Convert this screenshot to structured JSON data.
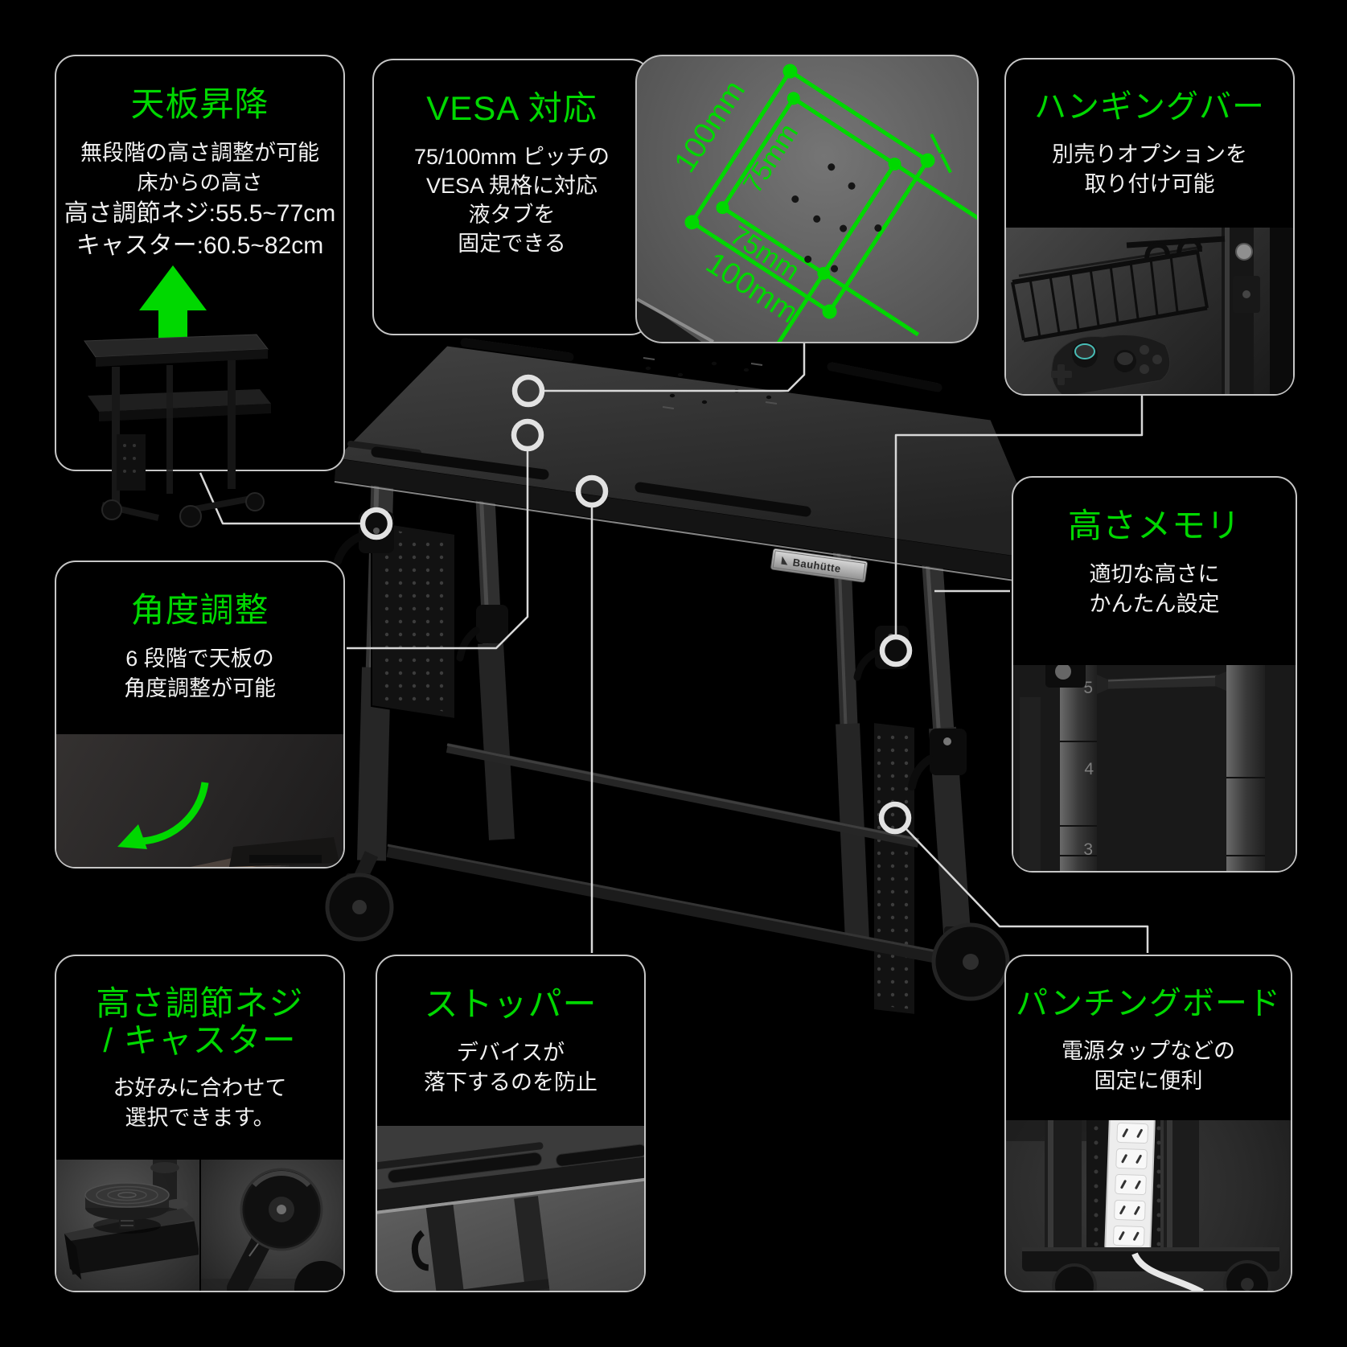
{
  "colors": {
    "accent_green": "#00d800"
  },
  "brand": {
    "logo_text": "Bauhütte"
  },
  "panels": {
    "tenban": {
      "title": "天板昇降",
      "line1": "無段階の高さ調整が可能",
      "line2": "床からの高さ",
      "line3": "高さ調節ネジ:55.5~77cm",
      "line4": "キャスター:60.5~82cm"
    },
    "vesa": {
      "title": "VESA 対応",
      "line1": "75/100mm ピッチの",
      "line2": "VESA 規格に対応",
      "line3": "液タブを",
      "line4": "固定できる"
    },
    "hanging": {
      "title": "ハンギングバー",
      "line1": "別売りオプションを",
      "line2": "取り付け可能"
    },
    "memory": {
      "title": "高さメモリ",
      "line1": "適切な高さに",
      "line2": "かんたん設定",
      "scale_marks": [
        "5",
        "4",
        "3"
      ]
    },
    "kakudo": {
      "title": "角度調整",
      "line1": "6 段階で天板の",
      "line2": "角度調整が可能"
    },
    "neji": {
      "title_line1": "高さ調節ネジ",
      "title_line2": "/ キャスター",
      "line1": "お好みに合わせて",
      "line2": "選択できます。"
    },
    "stopper": {
      "title": "ストッパー",
      "line1": "デバイスが",
      "line2": "落下するのを防止"
    },
    "punching": {
      "title": "パンチングボード",
      "line1": "電源タップなどの",
      "line2": "固定に便利"
    }
  },
  "vesa_diagram": {
    "labels": {
      "outer_top": "100mm",
      "inner_top": "75mm",
      "inner_bottom": "75mm",
      "outer_bottom": "100mm"
    }
  }
}
